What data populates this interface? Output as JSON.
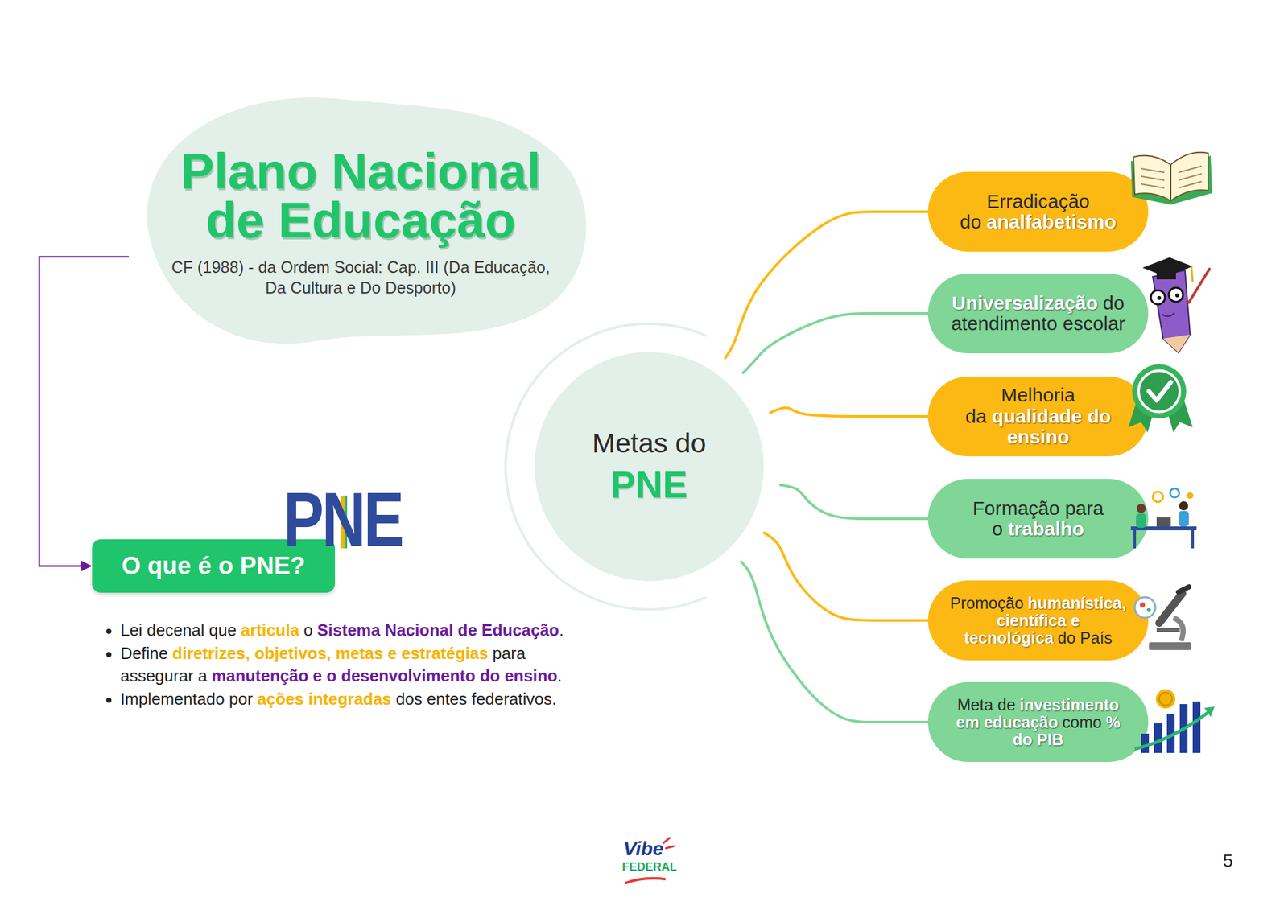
{
  "diagram": {
    "nodes": [
      {
        "text": [
          "Plano Nacional de Educação",
          "CF (1988) - da Ordem Social: Cap. III (Da Educação, Da Cultura e Do Desporto)"
        ]
      },
      {
        "text": [
          "O que é o PNE?"
        ]
      },
      {
        "text": [
          "Metas do",
          "PNE"
        ]
      },
      {
        "text": [
          "Erradicação do",
          "analfabetismo"
        ]
      },
      {
        "text": [
          "Universalização",
          "do atendimento escolar"
        ]
      },
      {
        "text": [
          "Melhoria da",
          "qualidade do ensino"
        ]
      },
      {
        "text": [
          "Formação para o",
          "trabalho"
        ]
      },
      {
        "text": [
          "Promoção",
          "humanística, científica e tecnológica",
          "do País"
        ]
      },
      {
        "text": [
          "Meta de",
          "investimento em educação",
          "como",
          "% do PIB"
        ]
      }
    ],
    "edges": [
      {
        "from": 0,
        "to": 1,
        "arrow": "to"
      },
      {
        "from": 2,
        "to": 3,
        "arrow": "none"
      },
      {
        "from": 2,
        "to": 4,
        "arrow": "none"
      },
      {
        "from": 2,
        "to": 5,
        "arrow": "none"
      },
      {
        "from": 2,
        "to": 6,
        "arrow": "none"
      },
      {
        "from": 2,
        "to": 7,
        "arrow": "none"
      },
      {
        "from": 2,
        "to": 8,
        "arrow": "none"
      }
    ],
    "labels": [
      "PNE",
      "Lei decenal que",
      "articula",
      "o",
      "Sistema Nacional de Educação",
      ".",
      "Define",
      "diretrizes, objetivos, metas e estratégias",
      "para assegurar a",
      "manutenção e o desenvolvimento do ensino",
      ".",
      "Implementado por",
      "ações integradas",
      "dos entes federativos.",
      "Vibe",
      "FEDERAL",
      "5"
    ]
  }
}
